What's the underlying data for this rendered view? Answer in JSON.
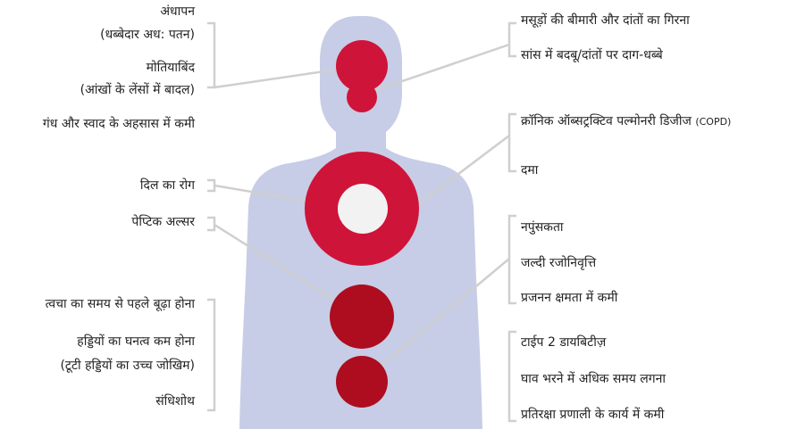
{
  "colors": {
    "body": "#c7cde6",
    "leader": "#cfcfcf",
    "organ_red": "#cf1439",
    "organ_dark": "#ad0d1f",
    "heart_center": "#f2f2f2"
  },
  "icons": [
    "human-body-silhouette"
  ],
  "left": {
    "eyes": {
      "blindness": "अंधापन",
      "blindness_note": "(धब्बेदार अध: पतन)",
      "cataract": "मोतियाबिंद",
      "cataract_note": "(आंखों के लेंसों में बादल)",
      "smell_taste": "गंध और स्वाद के अहसास में कमी"
    },
    "heart": {
      "heart_disease": "दिल का रोग"
    },
    "stomach": {
      "peptic_ulcer": "पेप्टिक अल्सर"
    },
    "lower": {
      "skin_aging": "त्वचा का समय से पहले बूढ़ा होना",
      "bone_density": "हड्डियों का घनत्व कम होना",
      "fracture_risk": "(टूटी हड्डियों का उच्च जोखिम)",
      "arthritis": "संधिशोथ"
    }
  },
  "right": {
    "mouth": {
      "gum_disease": "मसूड़ों की बीमारी और दांतों का गिरना",
      "bad_breath": "सांस में बदबू/दांतों पर दाग-धब्बे"
    },
    "lungs": {
      "copd": "क्रॉनिक ऑब्सट्रक्टिव पल्मोनरी डिजीज",
      "copd_abbr": "(COPD)",
      "asthma": "दमा"
    },
    "reproductive": {
      "impotence": "नपुंसकता",
      "early_menopause": "जल्दी रजोनिवृत्ति",
      "fertility": "प्रजनन क्षमता में कमी"
    },
    "metabolic": {
      "diabetes": "टाईप 2 डायबिटीज़",
      "wound_healing": "घाव भरने में अधिक समय लगना",
      "immune": "प्रतिरक्षा प्रणाली के कार्य में कमी"
    }
  }
}
